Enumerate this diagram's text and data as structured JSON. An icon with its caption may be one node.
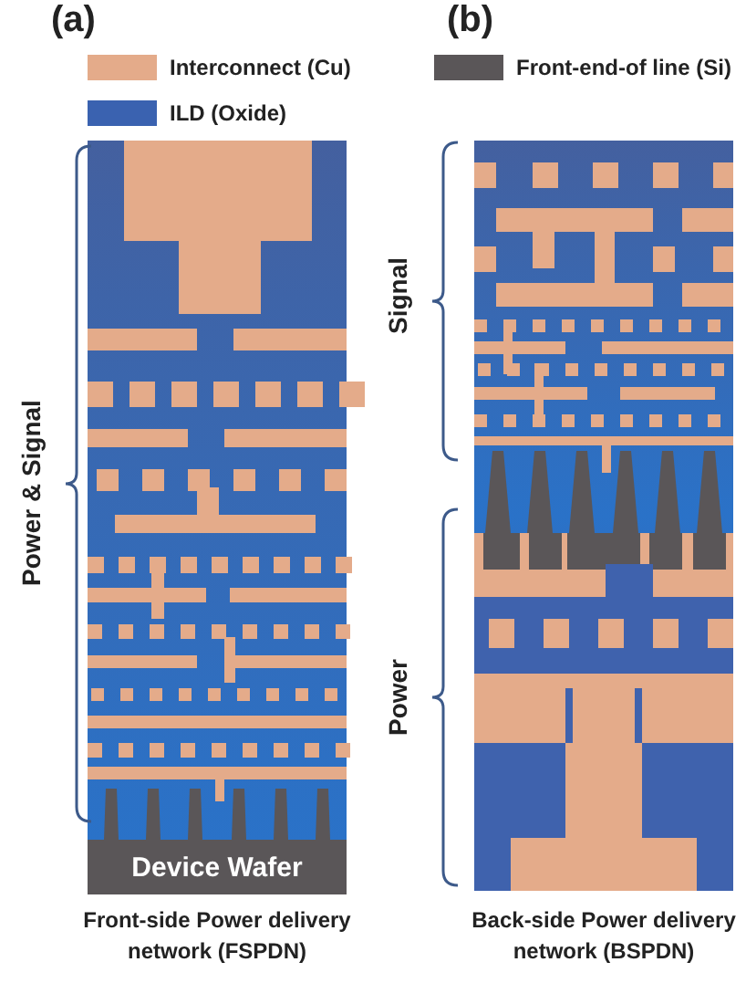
{
  "diagram": {
    "nodes": [
      {
        "text": [
          "Device Wafer"
        ]
      }
    ],
    "labels": [
      "(a)",
      "(b)",
      "Power & Signal",
      "Signal",
      "Power",
      "Front-side Power delivery network (FSPDN)",
      "Back-side Power delivery network (BSPDN)"
    ],
    "legend": [
      {
        "text": "Interconnect (Cu)",
        "color": "#e4ab8a"
      },
      {
        "text": "Front-end-of line (Si)",
        "color": "#5a5658"
      },
      {
        "text": "ILD (Oxide)",
        "color": "#3a62b0"
      }
    ]
  }
}
